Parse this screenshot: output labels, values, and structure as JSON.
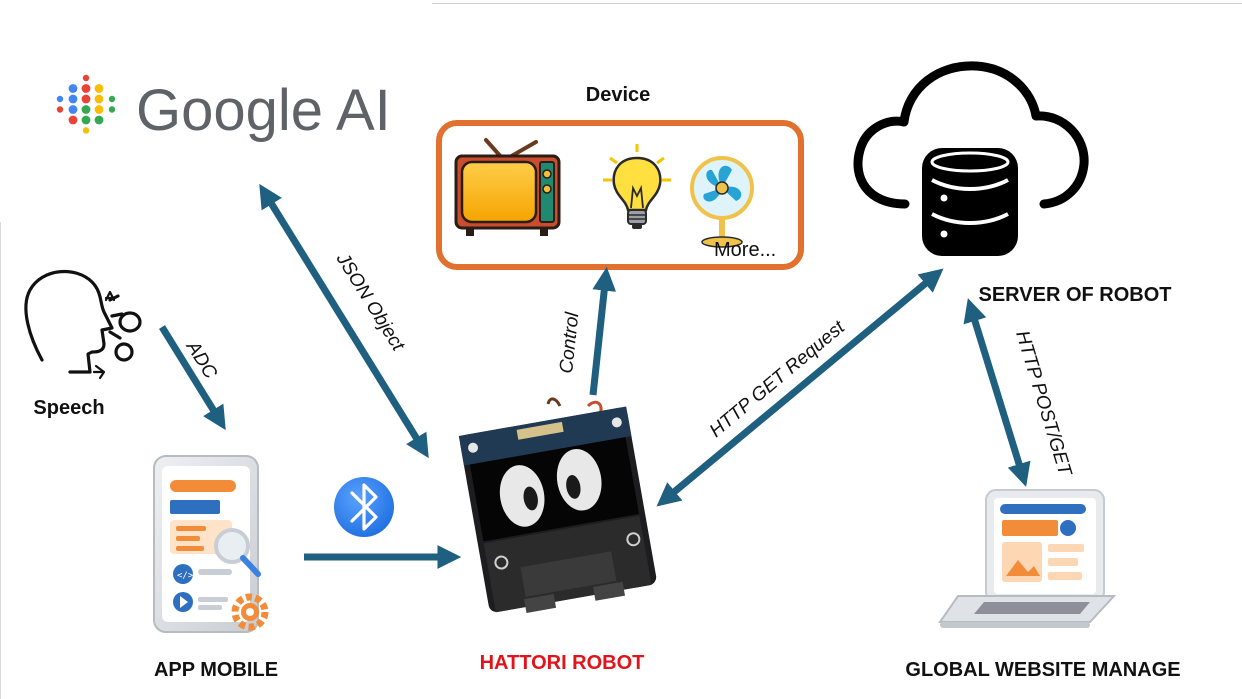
{
  "brand": {
    "name": "Google AI",
    "dot_colors": [
      "#4285F4",
      "#EA4335",
      "#FBBC05",
      "#34A853"
    ]
  },
  "nodes": {
    "speech": {
      "label": "Speech",
      "icon": "speaking-head-icon"
    },
    "app_mobile": {
      "label": "APP MOBILE",
      "icon": "mobile-app-icon"
    },
    "robot": {
      "label": "HATTORI ROBOT",
      "label_color": "#e0141a",
      "icon": "robot-photo"
    },
    "device": {
      "title": "Device",
      "more": "More...",
      "border_color": "#e2702e",
      "icons": [
        "tv-icon",
        "light-bulb-icon",
        "fan-icon"
      ]
    },
    "server": {
      "label": "SERVER OF ROBOT",
      "icon": "cloud-database-icon"
    },
    "website": {
      "label": "GLOBAL WEBSITE MANAGE",
      "icon": "laptop-web-icon"
    },
    "bluetooth": {
      "icon": "bluetooth-icon",
      "color": "#2f80ed"
    }
  },
  "edges": {
    "adc": "ADC",
    "json": "JSON Object",
    "control": "Control",
    "http_get": "HTTP GET Request",
    "http_post_get": "HTTP POST/GET"
  },
  "colors": {
    "arrow": "#1f5f80"
  }
}
